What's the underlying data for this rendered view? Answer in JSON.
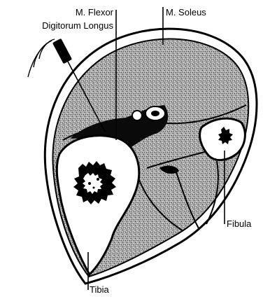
{
  "labels": {
    "flexor_line1": "M. Flexor",
    "flexor_line2": "Digitorum Longus",
    "soleus": "M. Soleus",
    "fibula": "Fibula",
    "tibia": "Tibia"
  },
  "colors": {
    "ink": "#000000",
    "paper": "#ffffff",
    "muscle_fill": "#9a9a9a"
  }
}
